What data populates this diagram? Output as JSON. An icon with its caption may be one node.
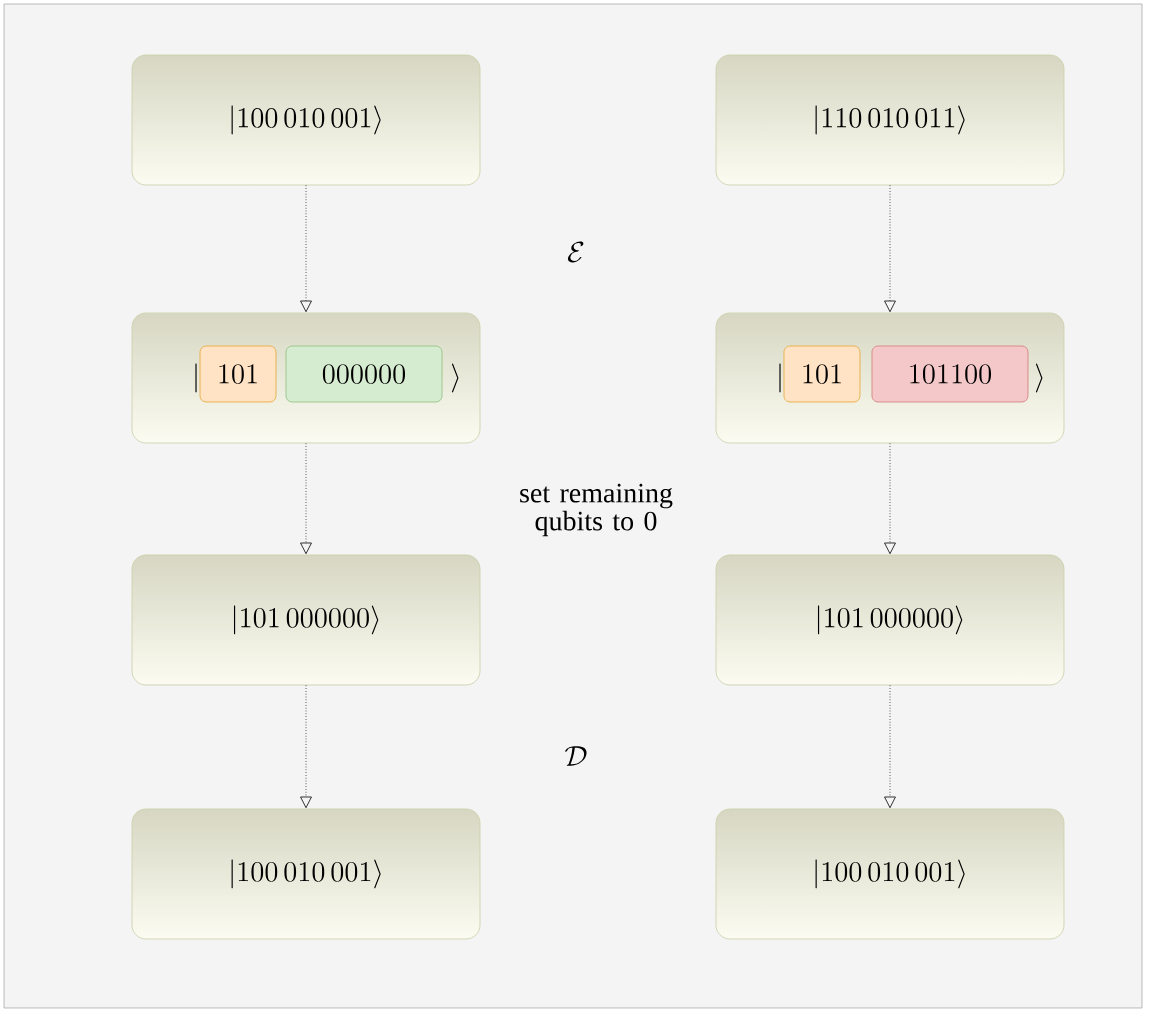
{
  "diagram": {
    "nodes": [
      {
        "text": [
          "\\lvert 100\\,010\\,001\\rangle"
        ]
      },
      {
        "text": [
          "\\lvert 110\\,010\\,011\\rangle"
        ]
      },
      {
        "text": [
          "\\lvert",
          "\\rangle"
        ]
      },
      {
        "text": [
          "101"
        ],
        "in": 2
      },
      {
        "text": [
          "000000"
        ],
        "in": 2
      },
      {
        "text": [
          "\\lvert",
          "\\rangle"
        ]
      },
      {
        "text": [
          "101"
        ],
        "in": 5
      },
      {
        "text": [
          "101100"
        ],
        "in": 5
      },
      {
        "text": [
          "\\lvert 101\\,000000\\rangle"
        ]
      },
      {
        "text": [
          "\\lvert 101\\,000000\\rangle"
        ]
      },
      {
        "text": [
          "\\lvert 100\\,010\\,001\\rangle"
        ]
      },
      {
        "text": [
          "\\lvert 100\\,010\\,001\\rangle"
        ]
      }
    ],
    "edges": [
      {
        "from": 0,
        "to": 2,
        "arrow": "to",
        "style": "dashed"
      },
      {
        "from": 1,
        "to": 5,
        "arrow": "to",
        "style": "dashed"
      },
      {
        "from": 2,
        "to": 8,
        "arrow": "to",
        "style": "dashed"
      },
      {
        "from": 5,
        "to": 9,
        "arrow": "to",
        "style": "dashed"
      },
      {
        "from": 8,
        "to": 10,
        "arrow": "to",
        "style": "dashed"
      },
      {
        "from": 9,
        "to": 11,
        "arrow": "to",
        "style": "dashed"
      }
    ],
    "labels": [
      "\\mathcal{E}",
      "set remaining qubits to 0",
      "\\mathcal{D}"
    ]
  }
}
